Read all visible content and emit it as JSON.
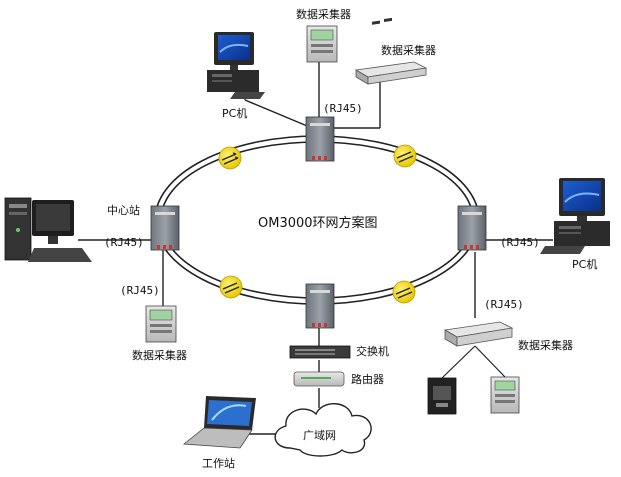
{
  "diagram": {
    "title": "OM3000环网方案图",
    "nodes": {
      "center_station": "中心站",
      "pc_top": "PC机",
      "pc_right": "PC机",
      "collector_top": "数据采集器",
      "collector_top_right": "数据采集器",
      "collector_left": "数据采集器",
      "collector_right": "数据采集器",
      "switch": "交换机",
      "router": "路由器",
      "wan": "广域网",
      "workstation": "工作站"
    },
    "ports": {
      "top": "(RJ45)",
      "left": "(RJ45)",
      "left_bottom": "(RJ45)",
      "right": "(RJ45)",
      "right_bottom": "(RJ45)"
    }
  }
}
